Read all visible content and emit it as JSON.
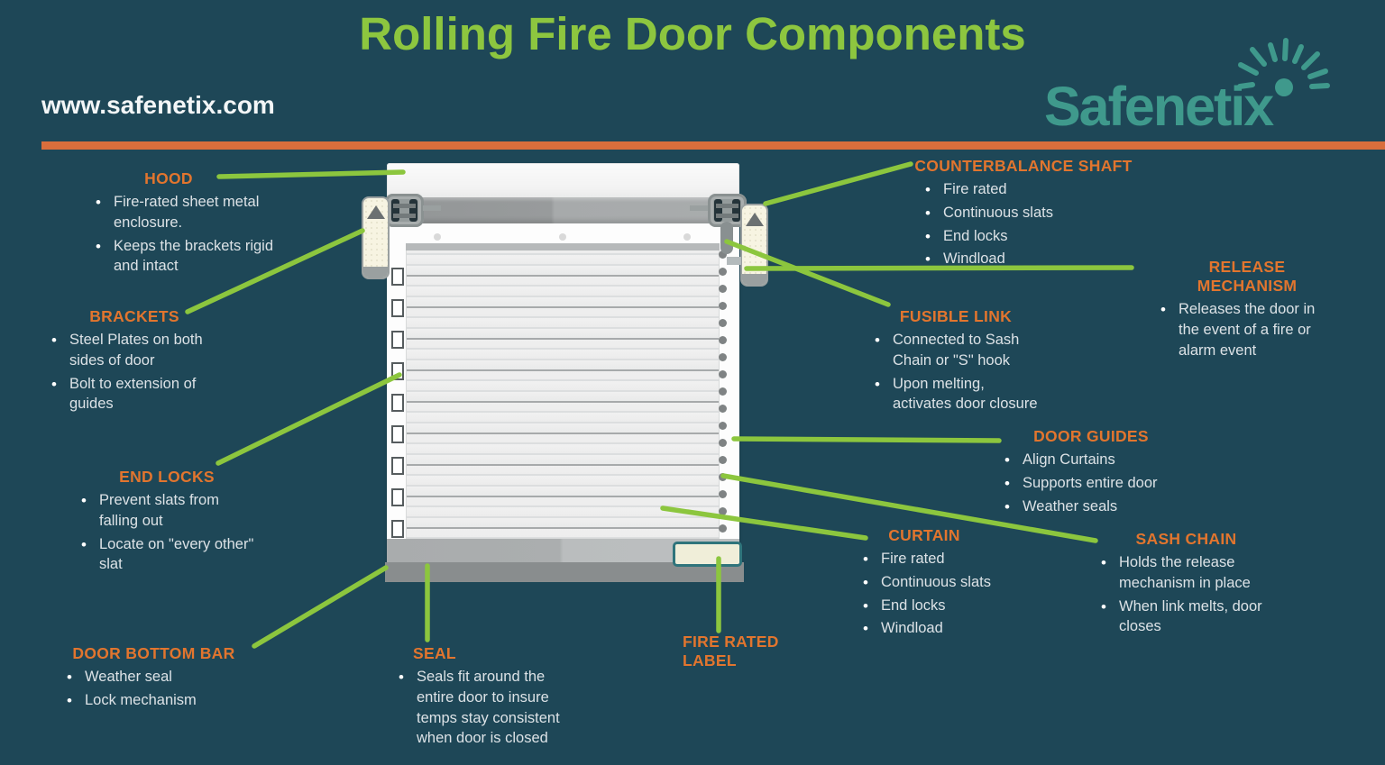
{
  "page": {
    "title": "Rolling Fire Door Components",
    "website": "www.safenetix.com",
    "brand": "Safenetix"
  },
  "colors": {
    "background": "#1e4757",
    "accent_green": "#8cc63e",
    "heading_orange": "#e2752e",
    "divider_orange": "#d96e3c",
    "brand_teal": "#3f998c",
    "body_text": "#dce2e6",
    "fire_label_fill": "#f0eed9",
    "fire_label_border": "#2f747b"
  },
  "icons": {
    "sunburst": "sunburst-rays-icon"
  },
  "callouts": [
    {
      "id": "hood",
      "title": "HOOD",
      "items": [
        "Fire-rated sheet metal enclosure.",
        "Keeps the brackets rigid and intact"
      ]
    },
    {
      "id": "brackets",
      "title": "BRACKETS",
      "items": [
        "Steel Plates on both sides of door",
        "Bolt to extension of guides"
      ]
    },
    {
      "id": "end-locks",
      "title": "END LOCKS",
      "items": [
        "Prevent slats from falling out",
        "Locate on \"every other\" slat"
      ]
    },
    {
      "id": "door-bottom-bar",
      "title": "DOOR BOTTOM BAR",
      "items": [
        "Weather seal",
        "Lock mechanism"
      ]
    },
    {
      "id": "seal",
      "title": "SEAL",
      "items": [
        "Seals fit around the entire door to insure temps stay consistent when door is closed"
      ]
    },
    {
      "id": "fire-rated-label",
      "title": "FIRE RATED LABEL",
      "items": []
    },
    {
      "id": "counterbalance-shaft",
      "title": "COUNTERBALANCE SHAFT",
      "items": [
        "Fire rated",
        "Continuous slats",
        "End locks",
        "Windload"
      ]
    },
    {
      "id": "release-mechanism",
      "title": "RELEASE MECHANISM",
      "items": [
        "Releases the door in the event of  a fire or alarm event"
      ]
    },
    {
      "id": "fusible-link",
      "title": "FUSIBLE LINK",
      "items": [
        "Connected to Sash Chain or \"S\" hook",
        "Upon melting, activates door closure"
      ]
    },
    {
      "id": "door-guides",
      "title": "DOOR GUIDES",
      "items": [
        "Align Curtains",
        "Supports entire door",
        "Weather seals"
      ]
    },
    {
      "id": "curtain",
      "title": "CURTAIN",
      "items": [
        "Fire rated",
        "Continuous slats",
        "End locks",
        "Windload"
      ]
    },
    {
      "id": "sash-chain",
      "title": "SASH CHAIN",
      "items": [
        "Holds the release mechanism in place",
        "When link melts, door closes"
      ]
    }
  ]
}
